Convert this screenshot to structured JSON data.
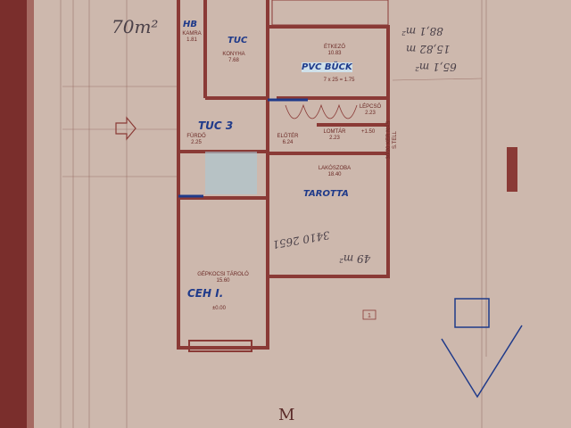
{
  "colors": {
    "paper": "#c9b3a8",
    "wall": "#8a3a36",
    "ink": "#1f3a8a",
    "edge": "#7a2e2c"
  },
  "area_note": "70m²",
  "rooms": [
    {
      "name": "KAMRA",
      "area": "1.81"
    },
    {
      "name": "KONYHA",
      "area": "7.68"
    },
    {
      "name": "ÉTKEZŐ",
      "area": "10.83"
    },
    {
      "name": "LÉPCSŐ",
      "area": "2.23"
    },
    {
      "name": "LOMTÁR",
      "area": "2.23"
    },
    {
      "name": "ELŐTÉR",
      "area": "6.24"
    },
    {
      "name": "FÜRDŐ",
      "area": "2.25"
    },
    {
      "name": "LAKÓSZOBA",
      "area": "18.40"
    },
    {
      "name": "GÉPKOCSI TÁROLÓ",
      "area": "15.60"
    }
  ],
  "levels": [
    "+1.50",
    "±0.00"
  ],
  "stair_note": "7 x 25 = 1.75",
  "wall_note": "30/20 KER NÁS S.TELL",
  "blue_notes": [
    "HB",
    "TUC",
    "PVC BÜCK",
    "TUC 3",
    "TAROTTA",
    "CEH I."
  ],
  "hand_notes": [
    "88,1 m²",
    "15,82 m",
    "65,1 m²",
    "49 m²",
    "3410  2651",
    "M"
  ],
  "section_marker": "1"
}
